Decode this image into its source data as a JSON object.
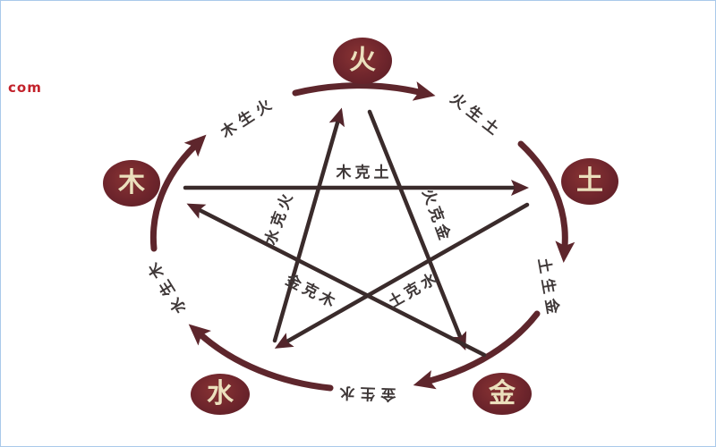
{
  "watermark": {
    "text": "com",
    "color": "#c2212a"
  },
  "diagram": {
    "name": "five-elements-cycle",
    "elements": [
      {
        "id": "fire",
        "char": "火"
      },
      {
        "id": "wood",
        "char": "木"
      },
      {
        "id": "earth",
        "char": "土"
      },
      {
        "id": "water",
        "char": "水"
      },
      {
        "id": "metal",
        "char": "金"
      }
    ],
    "generating_cycle": [
      {
        "label": "木生火",
        "from": "wood",
        "to": "fire"
      },
      {
        "label": "火生土",
        "from": "fire",
        "to": "earth"
      },
      {
        "label": "土生金",
        "from": "earth",
        "to": "metal"
      },
      {
        "label": "金生水",
        "from": "metal",
        "to": "water"
      },
      {
        "label": "水生木",
        "from": "water",
        "to": "wood"
      }
    ],
    "overcoming_cycle": [
      {
        "label": "木克土",
        "from": "wood",
        "to": "earth"
      },
      {
        "label": "火克金",
        "from": "fire",
        "to": "metal"
      },
      {
        "label": "土克水",
        "from": "earth",
        "to": "water"
      },
      {
        "label": "金克木",
        "from": "metal",
        "to": "wood"
      },
      {
        "label": "水克火",
        "from": "water",
        "to": "fire"
      }
    ],
    "colors": {
      "badge": "#6e252c",
      "badge_text": "#ece0bd",
      "arc": "#5e262c",
      "line": "#3a2b2b",
      "label": "#3f3838",
      "border": "#a9c9ea"
    }
  }
}
